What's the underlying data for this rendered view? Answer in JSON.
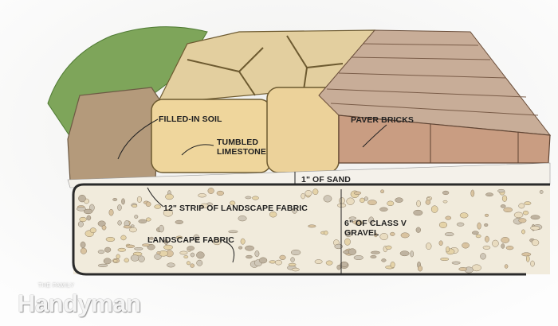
{
  "labels": {
    "filled_in_soil": "FILLED-IN SOIL",
    "tumbled_limestone_1": "TUMBLED",
    "tumbled_limestone_2": "LIMESTONE",
    "paver_bricks": "PAVER BRICKS",
    "sand": "1\" OF SAND",
    "fabric_strip": "12\" STRIP OF LANDSCAPE FABRIC",
    "gravel_1": "6\" OF CLASS V",
    "gravel_2": "GRAVEL",
    "landscape_fabric": "LANDSCAPE FABRIC"
  },
  "logo": {
    "small": "THE FAMILY",
    "big": "Handyman"
  },
  "colors": {
    "limestone": "#ecd29a",
    "pavers": "#c9a58a",
    "soil": "#a88d6e",
    "gravel_bed": "#f1ebdc",
    "grass": "#6f9a4c",
    "fabric": "#2a2a2a"
  }
}
